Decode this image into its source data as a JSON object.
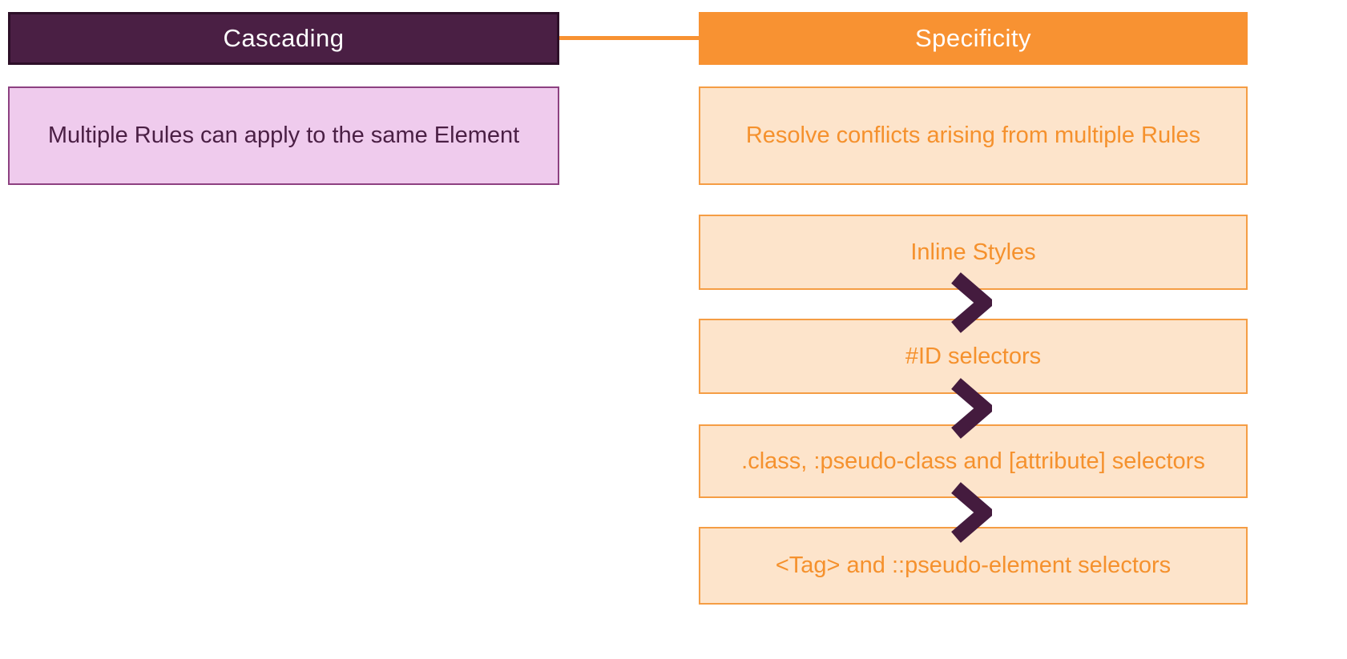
{
  "colors": {
    "purple_dark": "#4a1f44",
    "purple_border": "#2d0f28",
    "pink_light": "#efcbed",
    "pink_border": "#8d4181",
    "orange": "#f89232",
    "orange_light": "#fde4cb",
    "orange_border": "#f59d44",
    "orange_text": "#f5912d",
    "chevron_color": "#441b3e",
    "background": "#ffffff"
  },
  "icons": {
    "precedence_arrow": "greater-than-chevron"
  },
  "left": {
    "header": "Cascading",
    "box": "Multiple Rules can apply to the same Element"
  },
  "right": {
    "header": "Specificity",
    "boxes": [
      "Resolve conflicts arising from multiple Rules",
      "Inline Styles",
      "#ID selectors",
      ".class, :pseudo-class and [attribute] selectors",
      "<Tag> and ::pseudo-element selectors"
    ]
  }
}
